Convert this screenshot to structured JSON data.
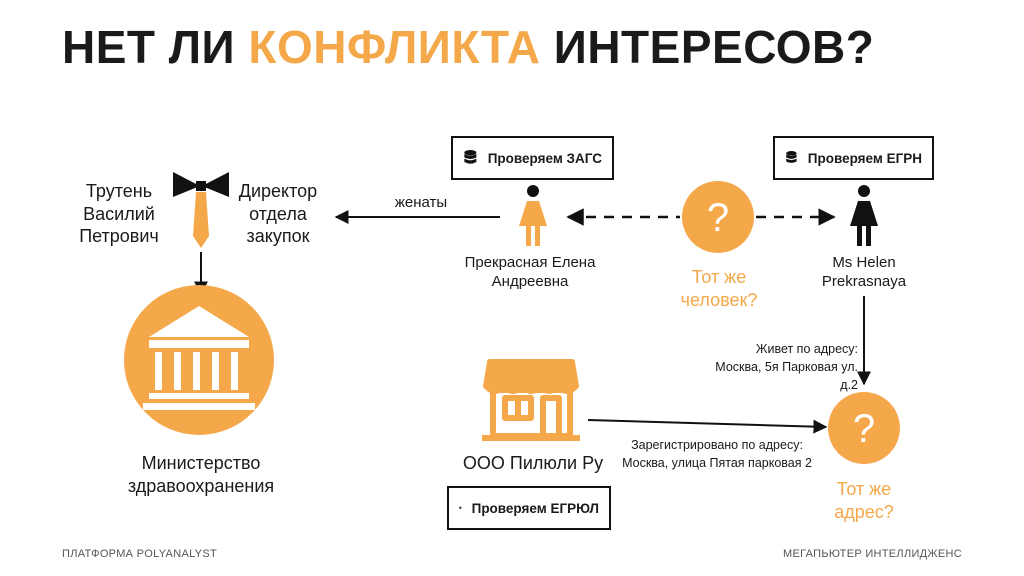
{
  "title": {
    "part1": "НЕТ ЛИ",
    "accent": "КОНФЛИКТА",
    "part2": "ИНТЕРЕСОВ?"
  },
  "person_director": {
    "name": "Трутень\nВасилий\nПетрович",
    "role": "Директор\nотдела\nзакупок"
  },
  "ministry": {
    "label": "Министерство\nздравоохранения"
  },
  "spouse": {
    "name": "Прекрасная Елена\nАндреевна",
    "relation": "женаты"
  },
  "check_zags": {
    "label": "Проверяем ЗАГС"
  },
  "check_egrn": {
    "label": "Проверяем ЕГРН"
  },
  "check_egrul": {
    "label": "Проверяем ЕГРЮЛ"
  },
  "same_person": {
    "mark": "?",
    "label": "Тот же\nчеловек?"
  },
  "helen": {
    "name": "Ms Helen\nPrekrasnaya",
    "address": "Живет по адресу:\nМосква, 5я Парковая ул. д.2"
  },
  "company": {
    "name": "ООО Пилюли Ру",
    "address": "Зарегистрировано по адресу:\nМосква, улица Пятая парковая  2"
  },
  "same_address": {
    "mark": "?",
    "label": "Тот же\nадрес?"
  },
  "footer": {
    "left": "ПЛАТФОРМА POLYANALYST",
    "right": "МЕГАПЬЮТЕР ИНТЕЛЛИДЖЕНС"
  },
  "colors": {
    "accent": "#f4a84a",
    "ink": "#111111"
  }
}
